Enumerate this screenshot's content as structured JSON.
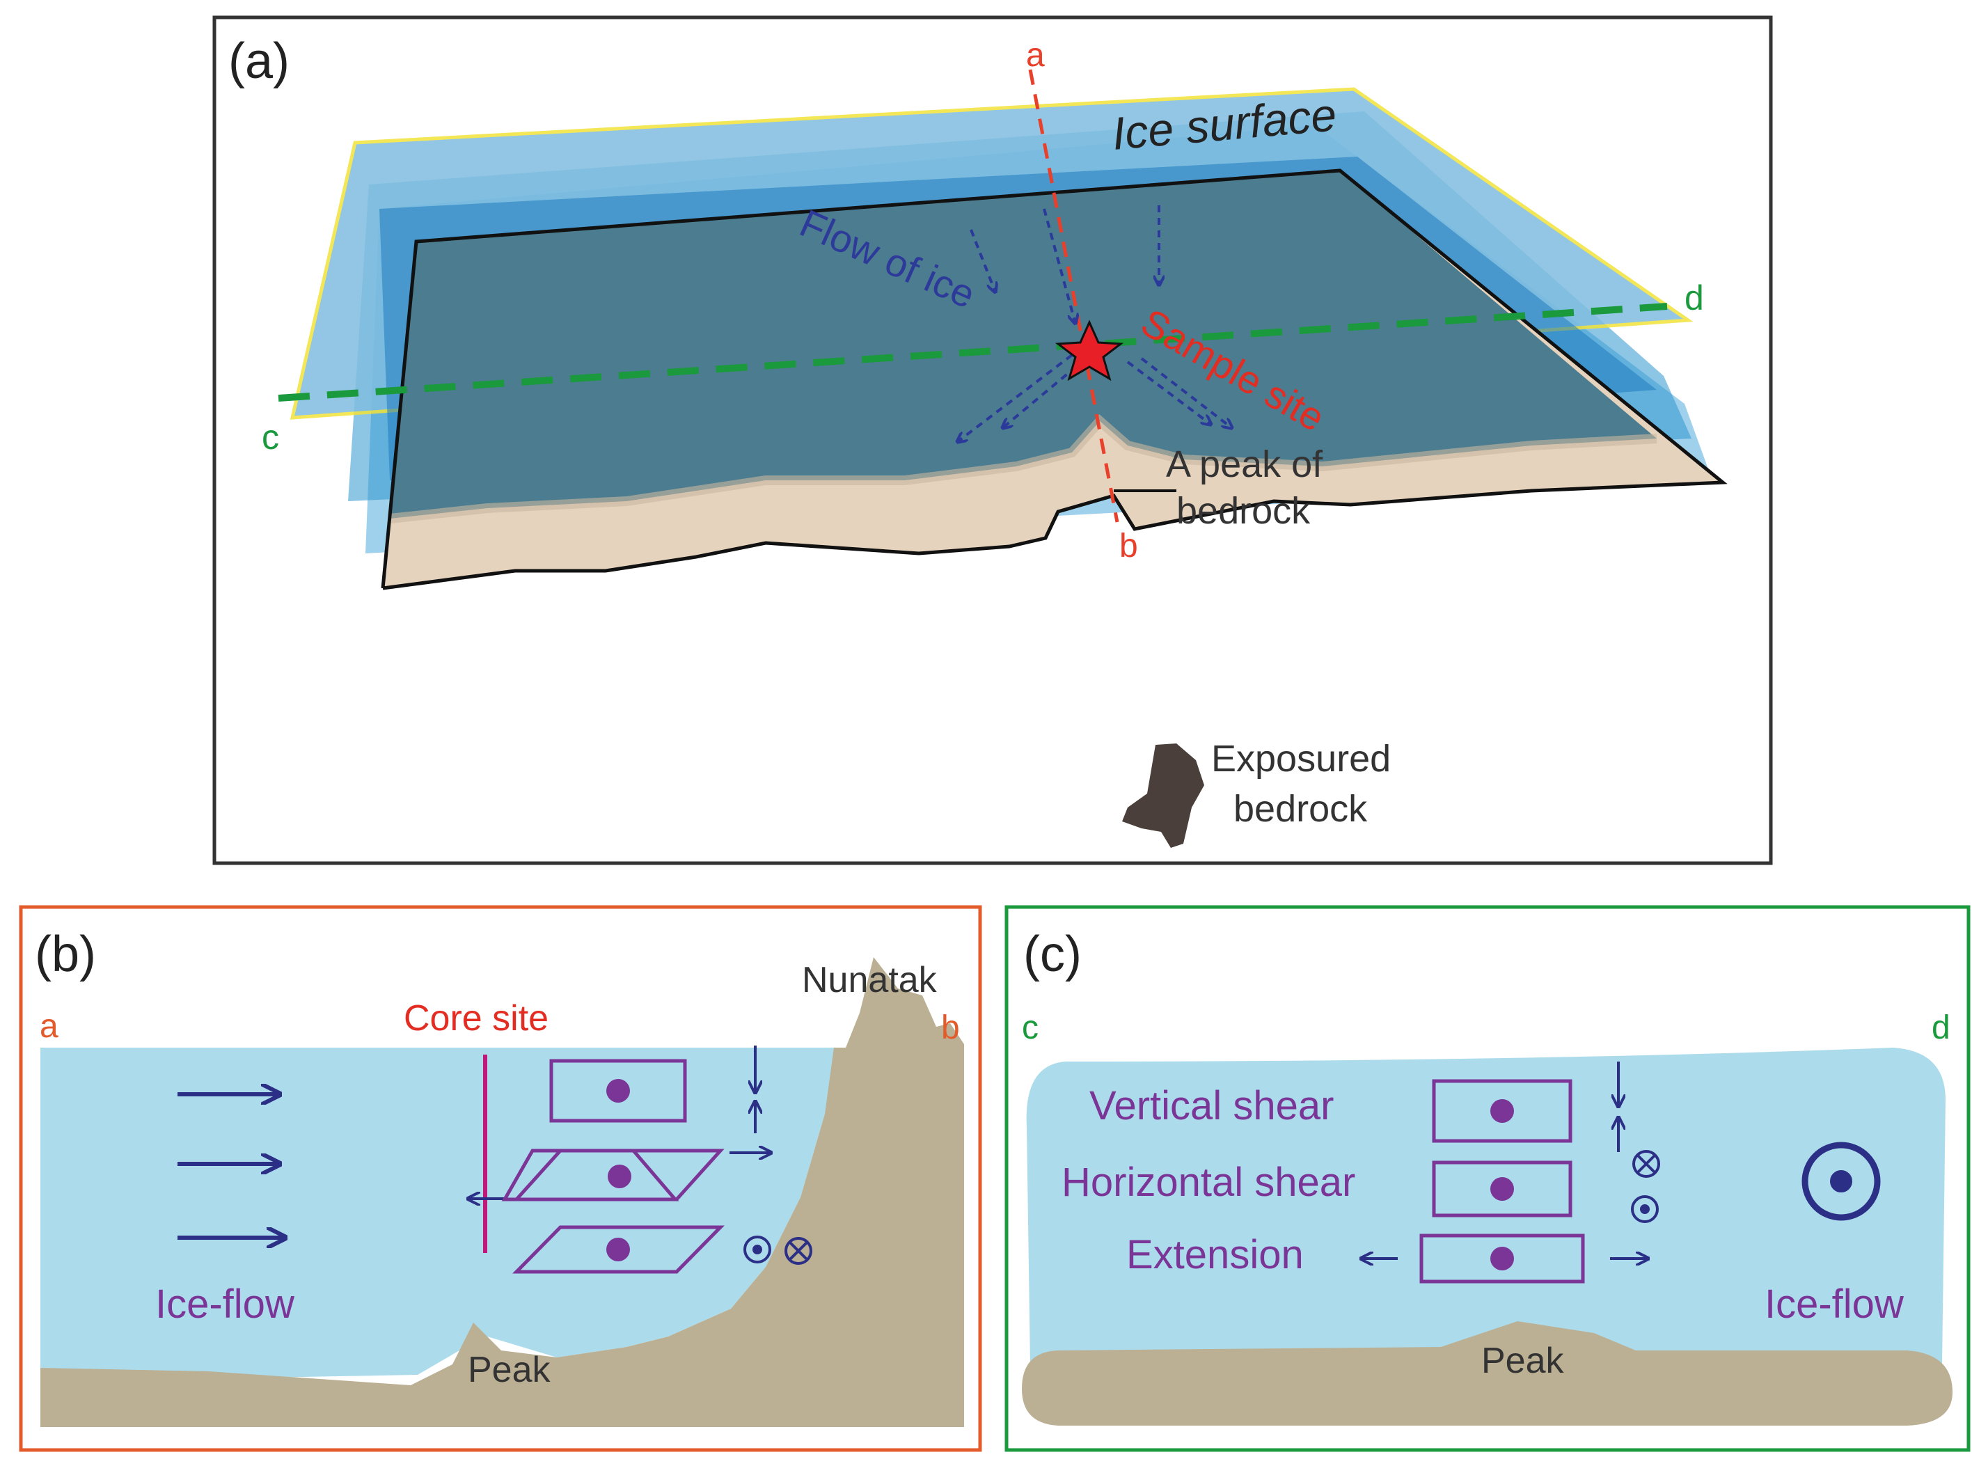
{
  "panel_a": {
    "label": "(a)",
    "ice_surface": "Ice surface",
    "flow_of_ice": "Flow of ice",
    "sample_site": "Sample site",
    "peak_line1": "A peak of",
    "peak_line2": "bedrock",
    "exposed_line1": "Exposured",
    "exposed_line2": "bedrock",
    "point_a": "a",
    "point_b": "b",
    "point_c": "c",
    "point_d": "d"
  },
  "panel_b": {
    "label": "(b)",
    "point_a": "a",
    "point_b": "b",
    "core_site": "Core site",
    "nunatak": "Nunatak",
    "ice_flow": "Ice-flow",
    "peak": "Peak"
  },
  "panel_c": {
    "label": "(c)",
    "point_c": "c",
    "point_d": "d",
    "vertical_shear": "Vertical shear",
    "horizontal_shear": "Horizontal shear",
    "extension": "Extension",
    "ice_flow": "Ice-flow",
    "peak": "Peak"
  },
  "colors": {
    "ice_light": "#a8daea",
    "ice_dark": "#3a7c94",
    "bedrock": "#bbb094",
    "exposed_bedrock": "#4a3f3a",
    "arrow_blue": "#2b2f86",
    "purple": "#7b3597",
    "red": "#e8402a",
    "green": "#1a9a3c",
    "magenta": "#c0187a"
  }
}
